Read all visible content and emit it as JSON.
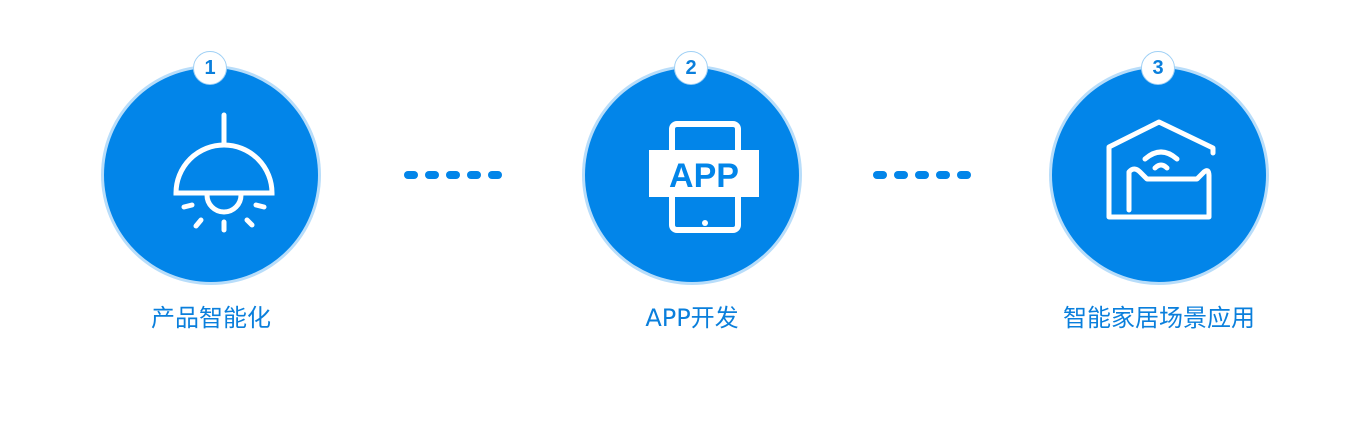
{
  "accent": "#0285e9",
  "steps": [
    {
      "number": "1",
      "label": "产品智能化",
      "icon": "lamp-icon"
    },
    {
      "number": "2",
      "label": "APP开发",
      "icon": "app-phone-icon",
      "icon_text": "APP"
    },
    {
      "number": "3",
      "label": "智能家居场景应用",
      "icon": "smart-home-icon"
    }
  ]
}
